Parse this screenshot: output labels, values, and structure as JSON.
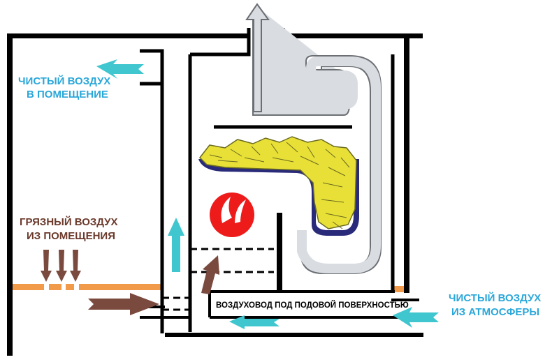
{
  "labels": {
    "clean_air_room_1": "ЧИСТЫЙ ВОЗДУХ",
    "clean_air_room_2": "В ПОМЕЩЕНИЕ",
    "dirty_air_1": "ГРЯЗНЫЙ ВОЗДУХ",
    "dirty_air_2": "ИЗ ПОМЕЩЕНИЯ",
    "clean_air_outside_1": "ЧИСТЫЙ ВОЗДУХ",
    "clean_air_outside_2": "ИЗ АТМОСФЕРЫ",
    "duct_label": "ВОЗДУХОВОД ПОД ПОДОВОЙ ПОВЕРХНОСТЬЮ"
  },
  "colors": {
    "clean_air": "#3fc6cf",
    "clean_air_text": "#2aa7d9",
    "dirty_air": "#7a4a3e",
    "dirty_air_text": "#6b3a2c",
    "floor": "#f09a4a",
    "wall": "#000000",
    "stones": "#e8e037",
    "tray": "#2a2a7a",
    "smoke_pipe": "#d9dde2",
    "fire": "#ee1b1b"
  }
}
